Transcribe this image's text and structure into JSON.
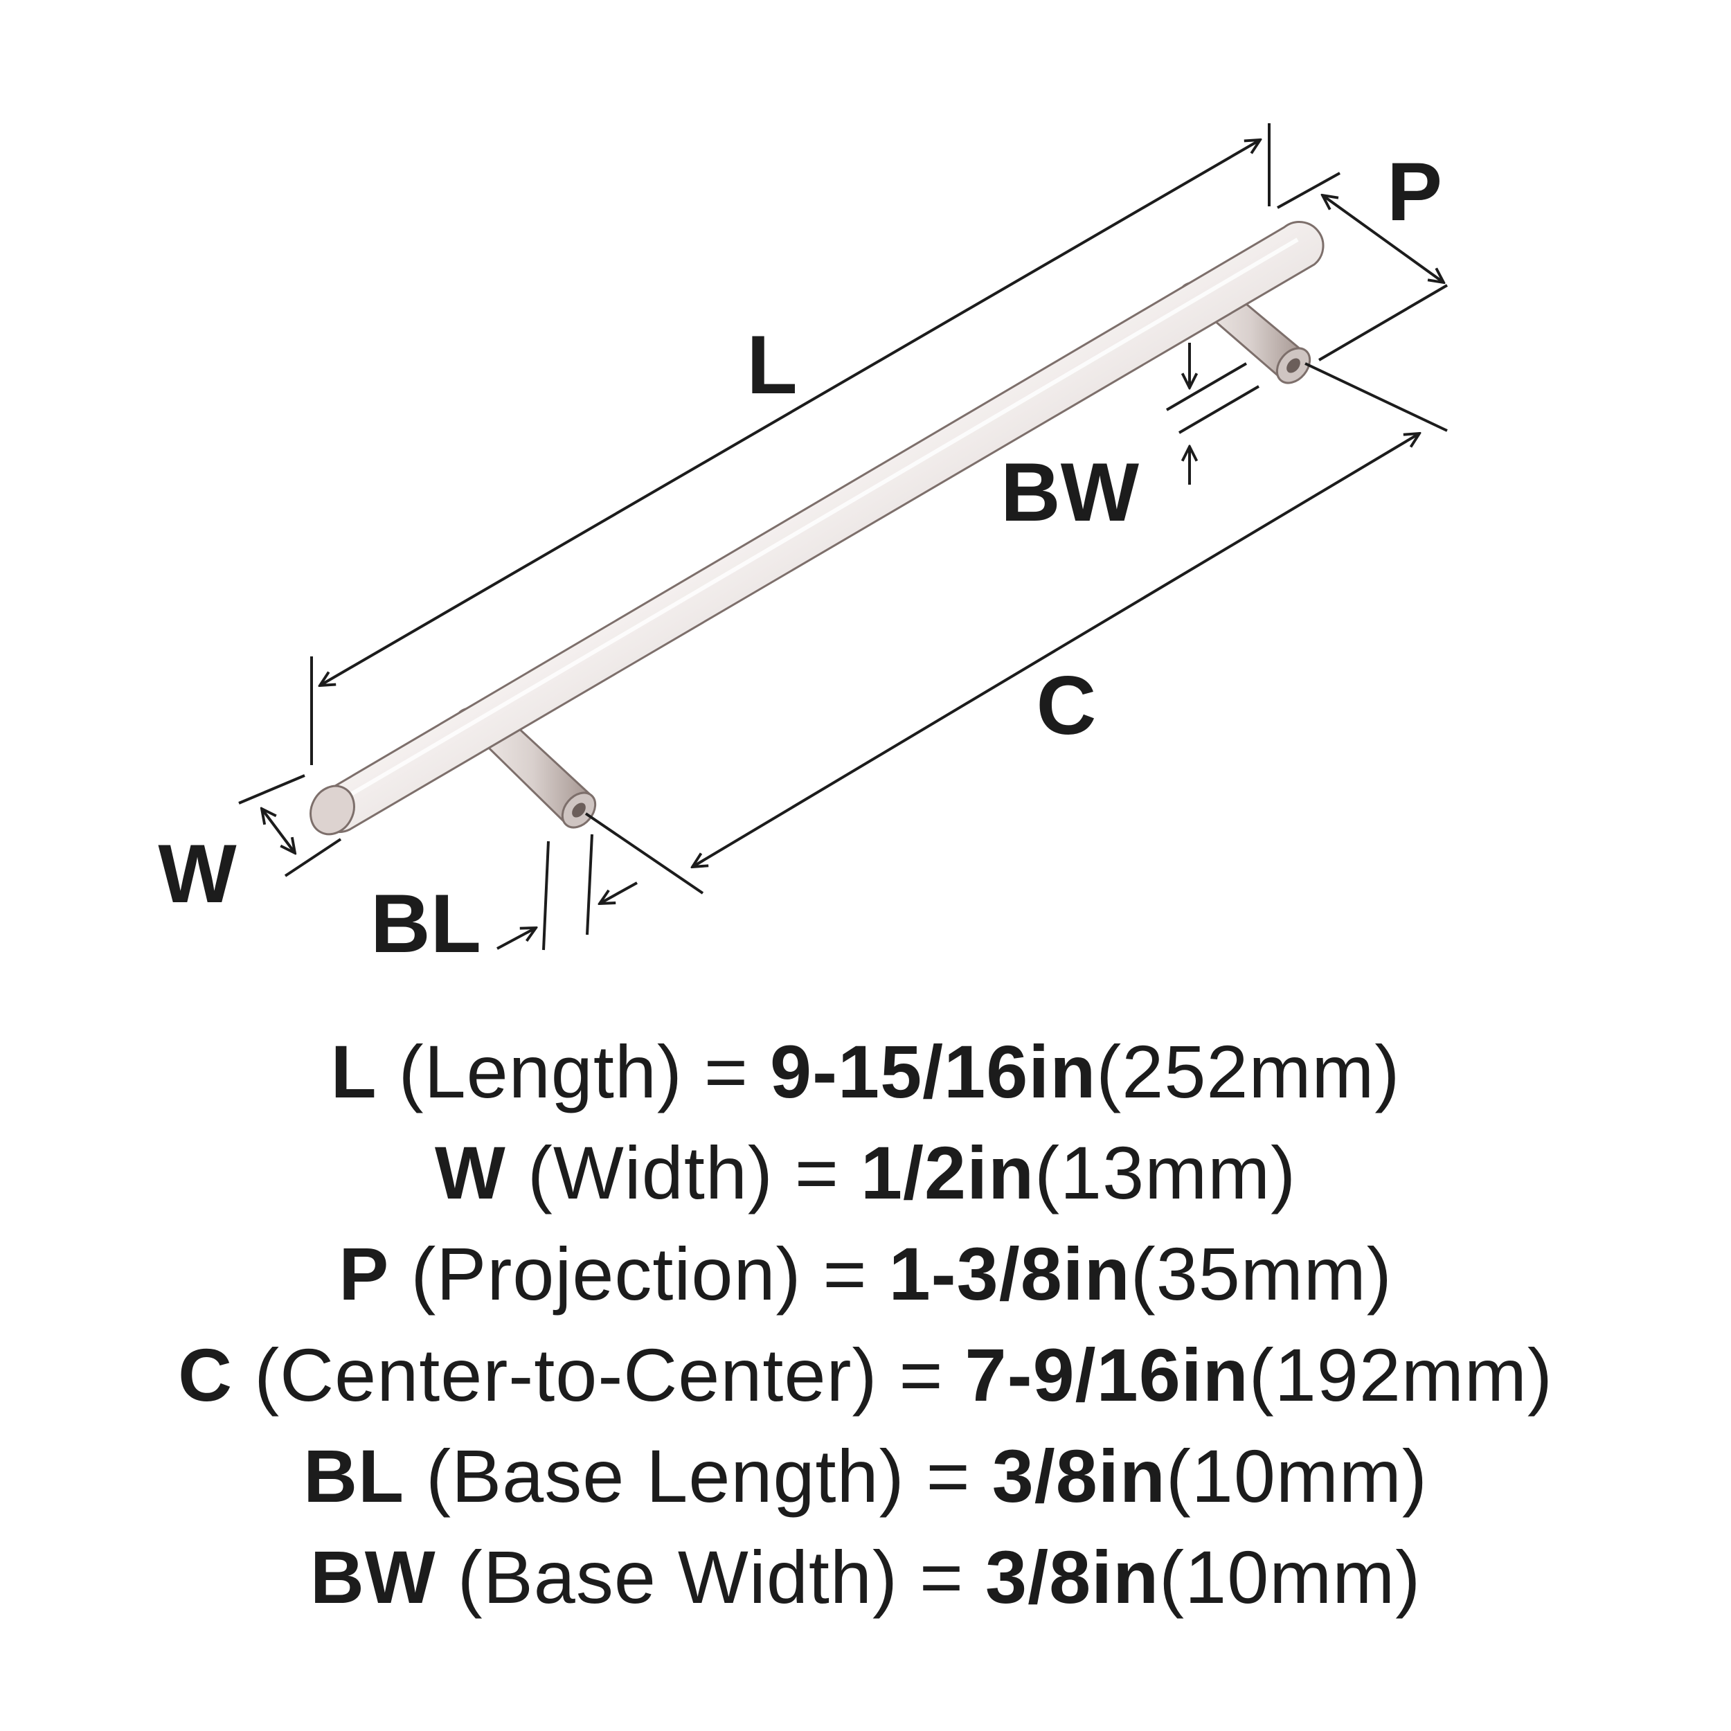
{
  "colors": {
    "ink": "#1c1c1c",
    "metal_light": "#f7f3f2",
    "metal_mid": "#d6cdca",
    "metal_dark": "#9a8c88",
    "background": "#ffffff"
  },
  "diagram": {
    "labels": {
      "L": "L",
      "P": "P",
      "BW": "BW",
      "C": "C",
      "W": "W",
      "BL": "BL"
    }
  },
  "specs": [
    {
      "code": "L",
      "name": "(Length)",
      "eq": "=",
      "imperial": "9-15/16in",
      "metric": "(252mm)"
    },
    {
      "code": "W",
      "name": "(Width)",
      "eq": "=",
      "imperial": "1/2in",
      "metric": "(13mm)"
    },
    {
      "code": "P",
      "name": "(Projection)",
      "eq": "=",
      "imperial": "1-3/8in",
      "metric": "(35mm)"
    },
    {
      "code": "C",
      "name": "(Center-to-Center)",
      "eq": "=",
      "imperial": "7-9/16in",
      "metric": "(192mm)"
    },
    {
      "code": "BL",
      "name": "(Base Length)",
      "eq": "=",
      "imperial": "3/8in",
      "metric": "(10mm)"
    },
    {
      "code": "BW",
      "name": "(Base Width)",
      "eq": "=",
      "imperial": "3/8in",
      "metric": "(10mm)"
    }
  ]
}
